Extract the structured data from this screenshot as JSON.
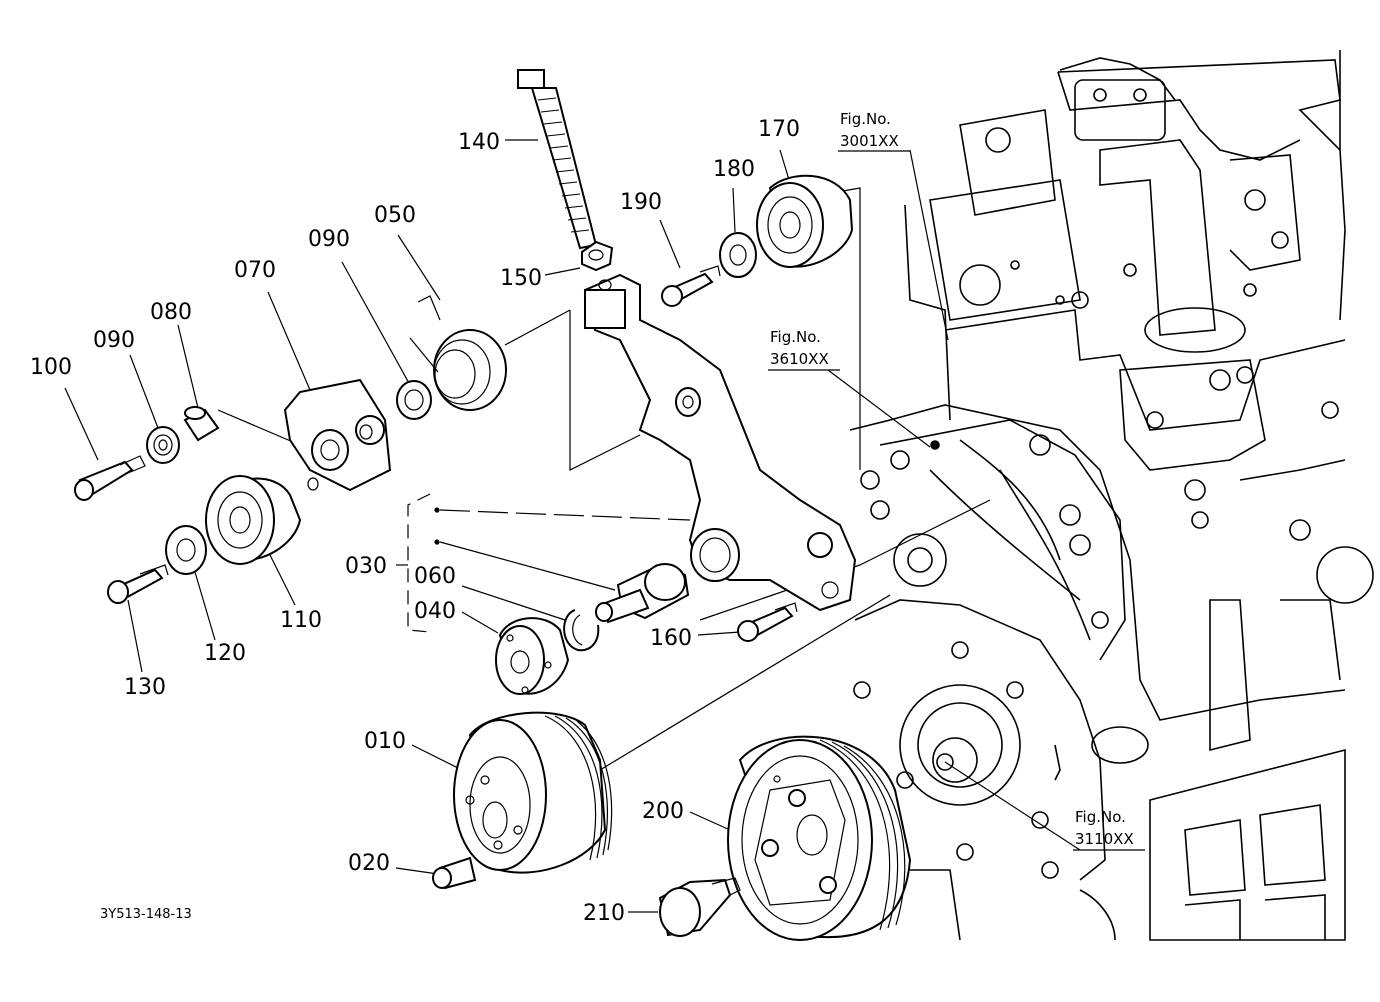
{
  "diagram": {
    "code": "3Y513-148-13",
    "part_labels": [
      "010",
      "020",
      "030",
      "040",
      "050",
      "060",
      "070",
      "080",
      "090",
      "090",
      "100",
      "110",
      "120",
      "130",
      "140",
      "150",
      "160",
      "170",
      "180",
      "190",
      "200",
      "210"
    ],
    "fig_refs": [
      {
        "title": "Fig.No.",
        "number": "3001XX"
      },
      {
        "title": "Fig.No.",
        "number": "3610XX"
      },
      {
        "title": "Fig.No.",
        "number": "3110XX"
      }
    ]
  }
}
